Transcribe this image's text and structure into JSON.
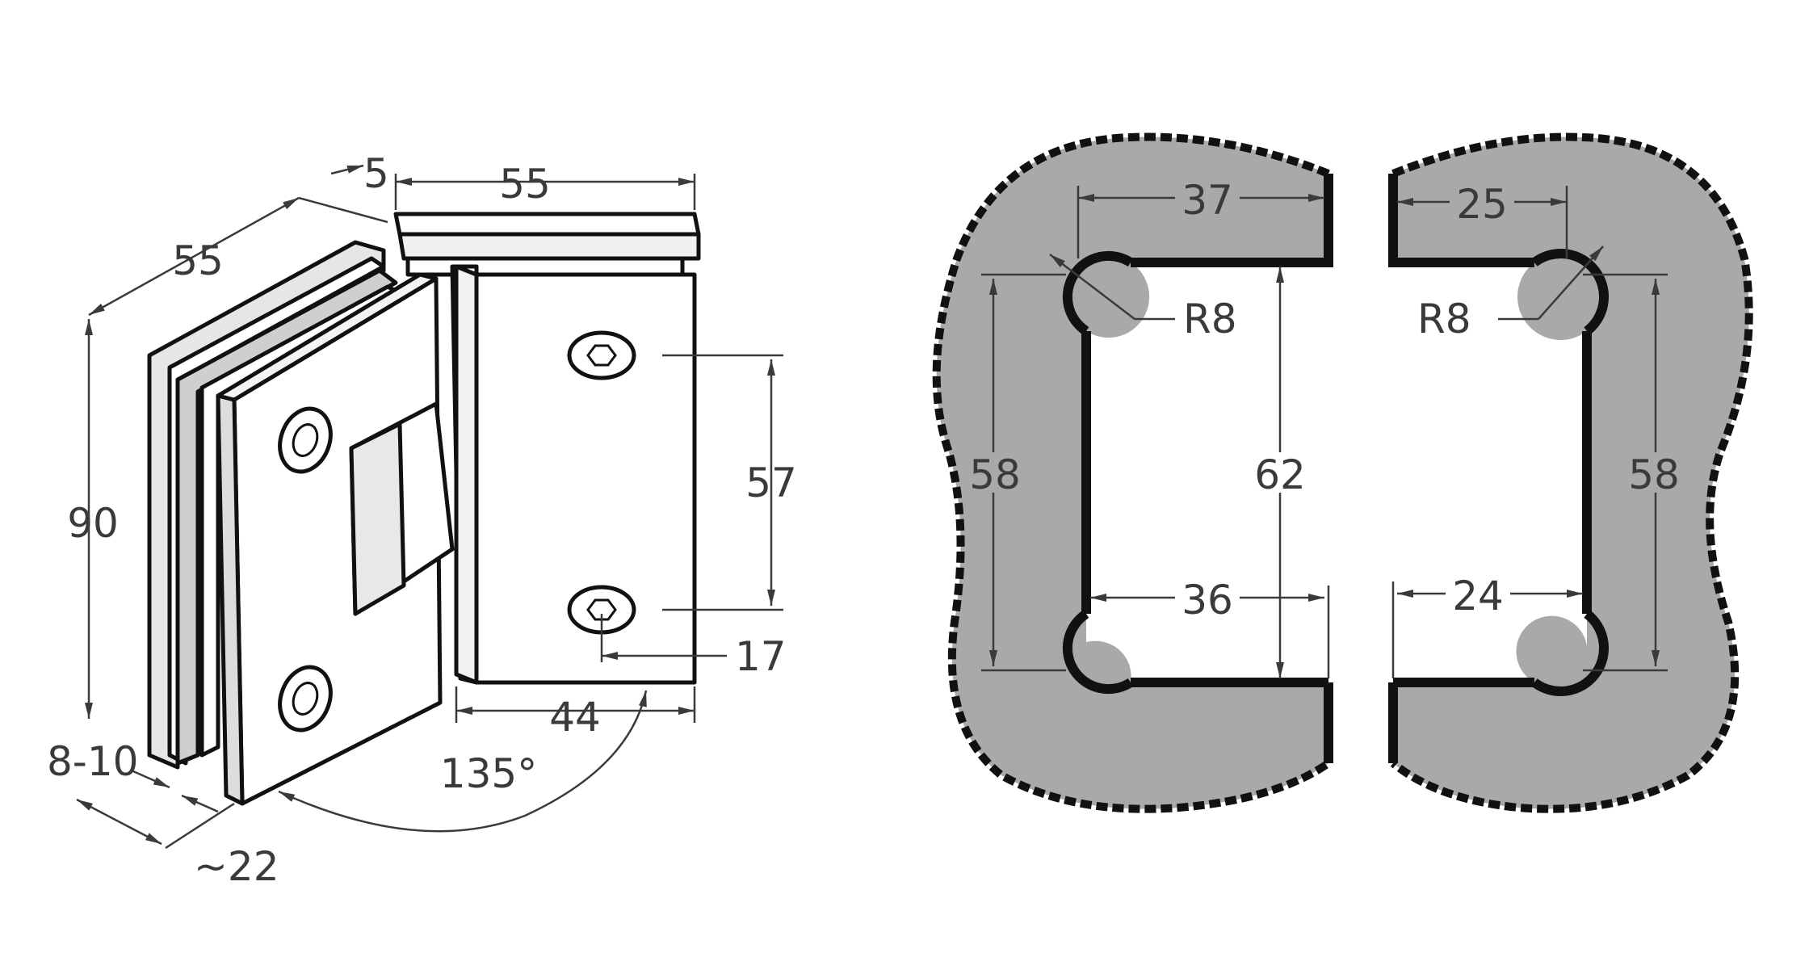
{
  "hinge_view": {
    "labels": {
      "width_top": "55",
      "thickness_top": "5",
      "width_side": "55",
      "height": "90",
      "hole_spacing": "57",
      "hole_offset": "17",
      "plate_width": "44",
      "opening_angle": "135°",
      "glass_thickness": "8-10",
      "depth": "~22"
    }
  },
  "cutout_view": {
    "labels": {
      "left_top_width": "37",
      "right_top_width": "25",
      "left_radius": "R8",
      "right_radius": "R8",
      "left_height": "58",
      "center_height": "62",
      "right_height": "58",
      "left_bottom_width": "36",
      "right_bottom_width": "24"
    }
  },
  "colors": {
    "glass_fill": "#a9a9a9",
    "metal_fill": "#ffffff",
    "metal_shadow": "#d6d6d6",
    "line": "#111111",
    "dimension_line": "#3a3a3a"
  }
}
